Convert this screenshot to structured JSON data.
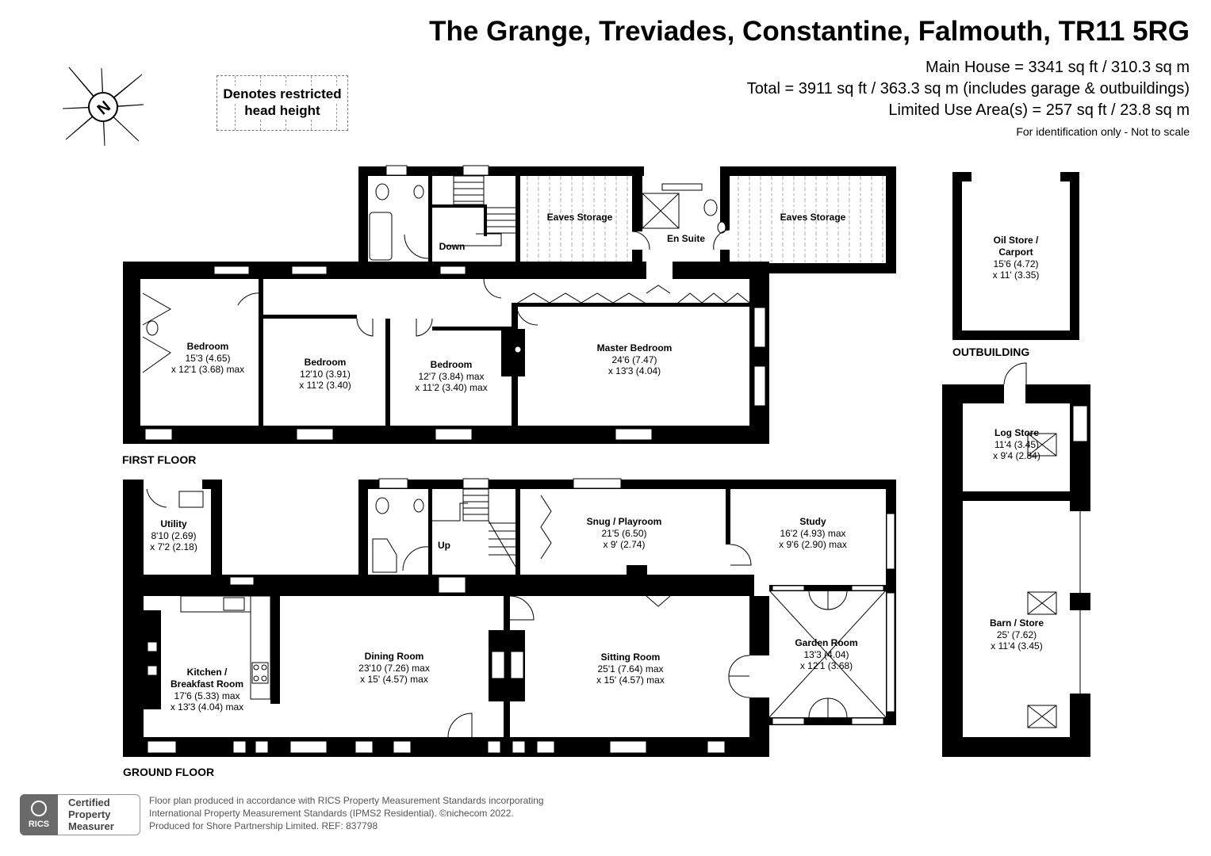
{
  "header": {
    "title": "The Grange, Treviades, Constantine, Falmouth, TR11 5RG",
    "main_house": "Main House = 3341 sq ft / 310.3 sq m",
    "total": "Total = 3911 sq ft / 363.3 sq m (includes garage & outbuildings)",
    "limited_use": "Limited Use Area(s) = 257 sq ft / 23.8 sq m",
    "disclaimer": "For identification only - Not to scale"
  },
  "compass": {
    "letter": "N",
    "icon": "compass-rose-icon"
  },
  "legend": {
    "line1": "Denotes restricted",
    "line2": "head height"
  },
  "floors": {
    "first": "FIRST FLOOR",
    "ground": "GROUND FLOOR",
    "outbuilding": "OUTBUILDING"
  },
  "rooms": {
    "ff_bed1": {
      "name": "Bedroom",
      "d1": "15'3 (4.65)",
      "d2": "x 12'1 (3.68) max"
    },
    "ff_bed2": {
      "name": "Bedroom",
      "d1": "12'10 (3.91)",
      "d2": "x 11'2 (3.40)"
    },
    "ff_bed3": {
      "name": "Bedroom",
      "d1": "12'7 (3.84) max",
      "d2": "x 11'2 (3.40) max"
    },
    "ff_master": {
      "name": "Master Bedroom",
      "d1": "24'6 (7.47)",
      "d2": "x 13'3 (4.04)"
    },
    "ff_eaves1": {
      "name": "Eaves Storage"
    },
    "ff_eaves2": {
      "name": "Eaves Storage"
    },
    "ff_ensuite": {
      "name": "En Suite"
    },
    "ff_down": {
      "name": "Down"
    },
    "gf_utility": {
      "name": "Utility",
      "d1": "8'10 (2.69)",
      "d2": "x 7'2 (2.18)"
    },
    "gf_kitchen": {
      "name1": "Kitchen /",
      "name2": "Breakfast Room",
      "d1": "17'6 (5.33) max",
      "d2": "x 13'3 (4.04) max"
    },
    "gf_dining": {
      "name": "Dining Room",
      "d1": "23'10 (7.26) max",
      "d2": "x 15' (4.57) max"
    },
    "gf_snug": {
      "name": "Snug / Playroom",
      "d1": "21'5 (6.50)",
      "d2": "x 9' (2.74)"
    },
    "gf_study": {
      "name": "Study",
      "d1": "16'2 (4.93) max",
      "d2": "x 9'6 (2.90) max"
    },
    "gf_sitting": {
      "name": "Sitting Room",
      "d1": "25'1 (7.64) max",
      "d2": "x 15' (4.57) max"
    },
    "gf_garden": {
      "name": "Garden Room",
      "d1": "13'3 (4.04)",
      "d2": "x 12'1 (3.68)"
    },
    "gf_up": {
      "name": "Up"
    },
    "ob_oil": {
      "name1": "Oil Store /",
      "name2": "Carport",
      "d1": "15'6 (4.72)",
      "d2": "x 11' (3.35)"
    },
    "ob_log": {
      "name": "Log Store",
      "d1": "11'4 (3.45)",
      "d2": "x 9'4 (2.84)"
    },
    "ob_barn": {
      "name": "Barn / Store",
      "d1": "25' (7.62)",
      "d2": "x 11'4 (3.45)"
    }
  },
  "footer": {
    "badge_line1": "Certified",
    "badge_line2": "Property",
    "badge_line3": "Measurer",
    "badge_logo": "RICS",
    "line1": "Floor plan produced in accordance with RICS Property Measurement Standards incorporating",
    "line2": "International Property Measurement Standards (IPMS2 Residential).  ©nichecom 2022.",
    "line3": "Produced for Shore Partnership Limited.   REF:  837798"
  }
}
